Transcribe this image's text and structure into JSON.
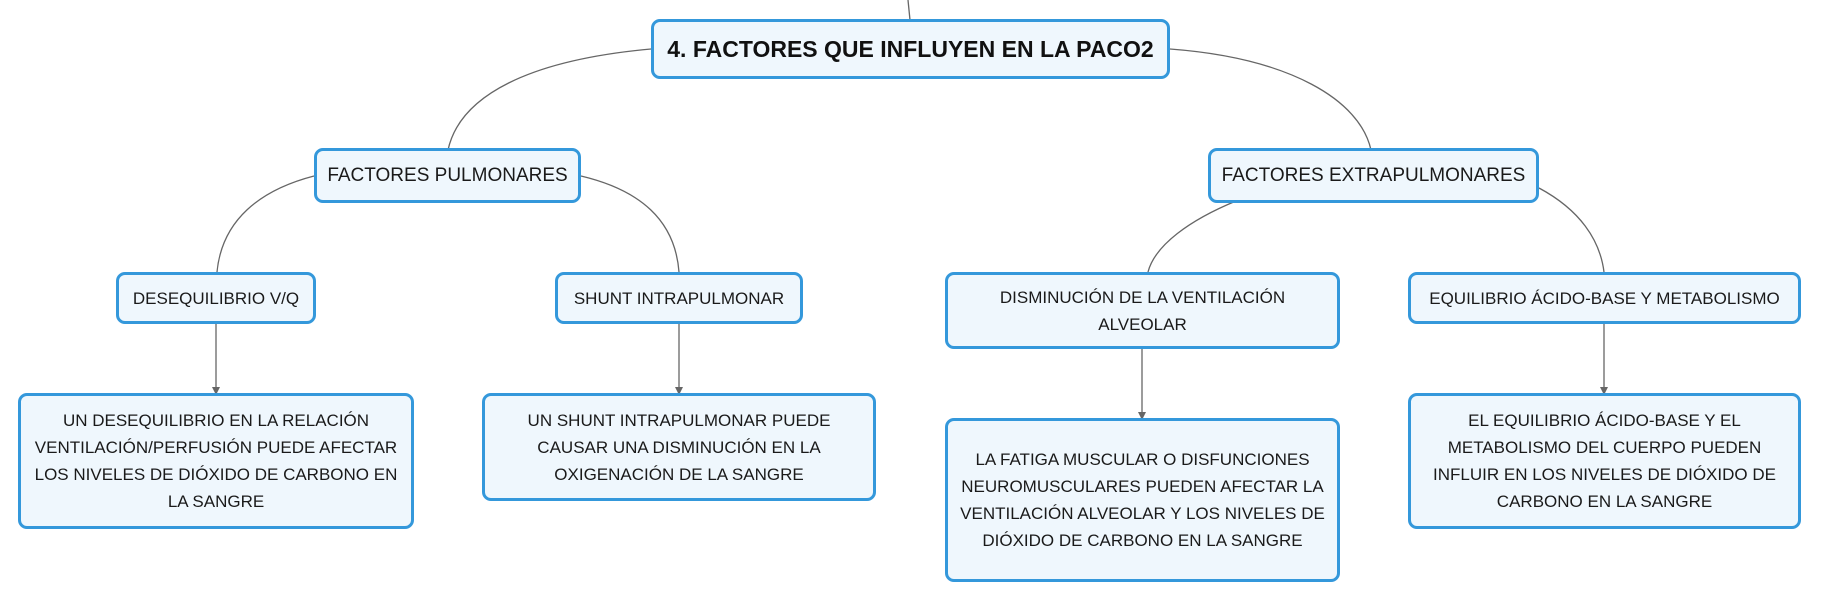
{
  "colors": {
    "node_border": "#3498db",
    "node_fill": "#eff7fd",
    "connector": "#666666"
  },
  "root": {
    "label": "4. FACTORES QUE INFLUYEN EN LA PACO2"
  },
  "pulmonares": {
    "label": "FACTORES PULMONARES",
    "children": [
      {
        "label": "DESEQUILIBRIO V/Q",
        "detail": "UN DESEQUILIBRIO EN LA RELACIÓN VENTILACIÓN/PERFUSIÓN PUEDE AFECTAR LOS NIVELES DE DIÓXIDO DE CARBONO EN LA SANGRE"
      },
      {
        "label": "SHUNT INTRAPULMONAR",
        "detail": "UN SHUNT INTRAPULMONAR PUEDE CAUSAR UNA DISMINUCIÓN EN LA OXIGENACIÓN DE LA SANGRE"
      }
    ]
  },
  "extrapulmonares": {
    "label": "FACTORES EXTRAPULMONARES",
    "children": [
      {
        "label": "DISMINUCIÓN DE LA VENTILACIÓN ALVEOLAR",
        "detail": "LA FATIGA MUSCULAR O DISFUNCIONES NEUROMUSCULARES PUEDEN AFECTAR LA VENTILACIÓN ALVEOLAR Y LOS NIVELES DE DIÓXIDO DE CARBONO EN LA SANGRE"
      },
      {
        "label": "EQUILIBRIO ÁCIDO-BASE Y METABOLISMO",
        "detail": "EL EQUILIBRIO ÁCIDO-BASE Y EL METABOLISMO DEL CUERPO PUEDEN INFLUIR EN LOS NIVELES DE DIÓXIDO DE CARBONO EN LA SANGRE"
      }
    ]
  }
}
